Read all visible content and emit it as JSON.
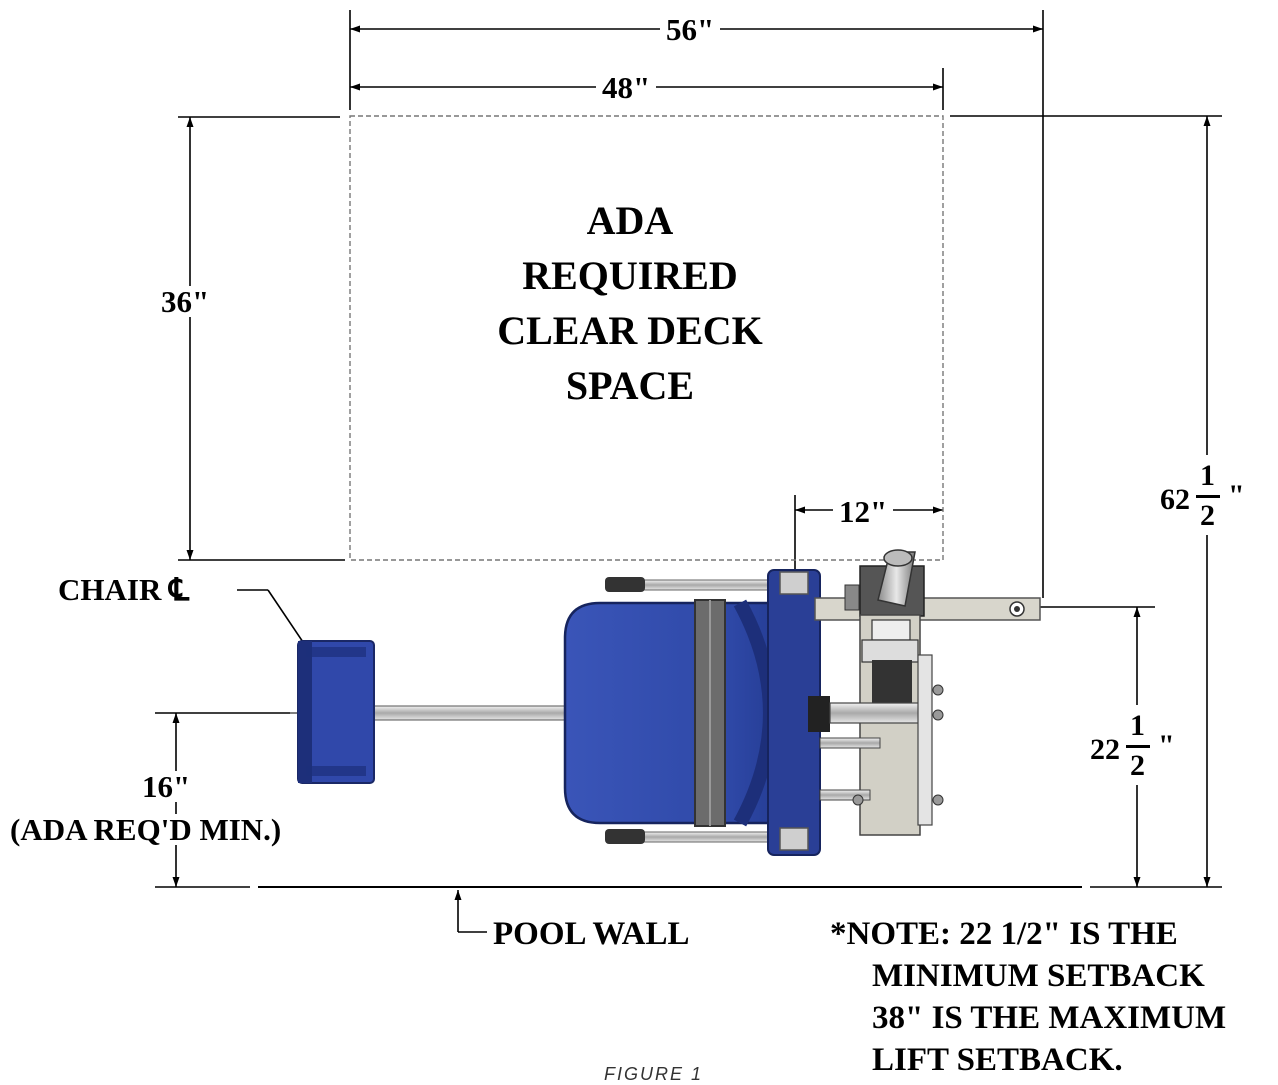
{
  "dimensions": {
    "d56": "56\"",
    "d48": "48\"",
    "d36": "36\"",
    "d12": "12\"",
    "d16": "16\"",
    "d16_note": "(ADA REQ'D MIN.)",
    "d62_whole": "62",
    "d22_whole": "22",
    "frac_num": "1",
    "frac_den": "2",
    "inch_mark": "\""
  },
  "clear_space": {
    "line1": "ADA",
    "line2": "REQUIRED",
    "line3": "CLEAR DECK",
    "line4": "SPACE"
  },
  "labels": {
    "chair_cl": "CHAIR ℄",
    "pool_wall": "POOL WALL"
  },
  "note": {
    "line1": "*NOTE: 22 1/2\" IS THE",
    "line2": "MINIMUM SETBACK",
    "line3": "38\" IS THE MAXIMUM",
    "line4": "LIFT SETBACK."
  },
  "caption": "FIGURE 1",
  "colors": {
    "seat_blue": "#2f49a8",
    "seat_dark": "#1d2f7a",
    "frame_gray": "#b9b9b9",
    "frame_dark": "#555555",
    "line": "#000000"
  }
}
